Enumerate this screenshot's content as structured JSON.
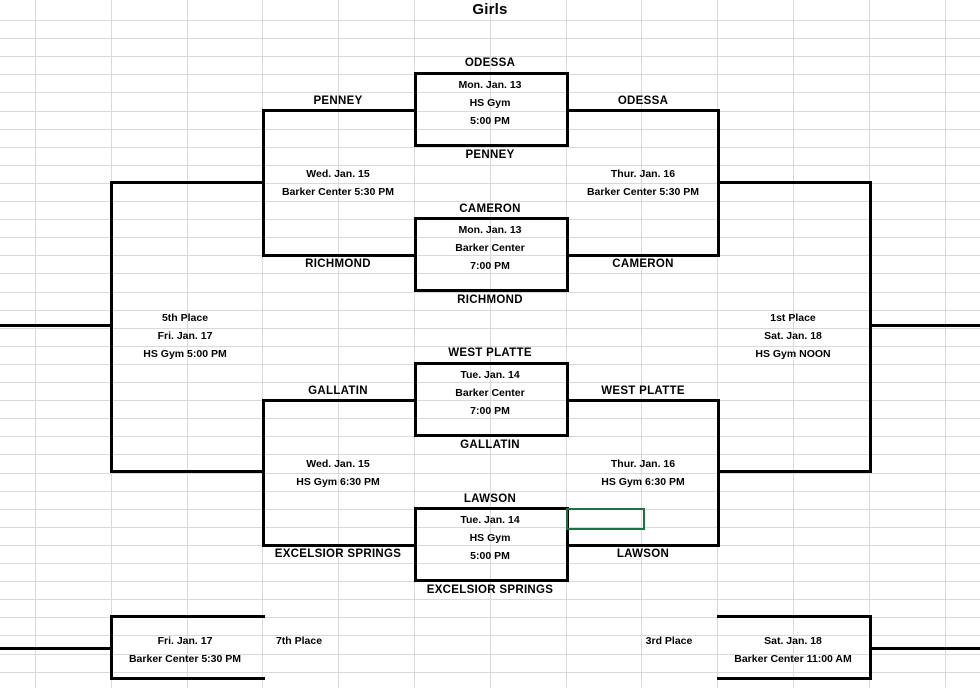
{
  "sheet": {
    "title": "Girls",
    "selected_cell_border_color": "#1a7340",
    "gridline_color": "#d9d9d9",
    "bracket_line_color": "#000000"
  },
  "bracket": {
    "round1": [
      {
        "id": "game-1",
        "top_team": "ODESSA",
        "bottom_team": "PENNEY",
        "date": "Mon. Jan. 13",
        "venue": "HS Gym",
        "time": "5:00 PM"
      },
      {
        "id": "game-2",
        "top_team": "CAMERON",
        "bottom_team": "RICHMOND",
        "date": "Mon. Jan. 13",
        "venue": "Barker Center",
        "time": "7:00 PM"
      },
      {
        "id": "game-3",
        "top_team": "WEST PLATTE",
        "bottom_team": "GALLATIN",
        "date": "Tue. Jan. 14",
        "venue": "Barker Center",
        "time": "7:00 PM"
      },
      {
        "id": "game-4",
        "top_team": "LAWSON",
        "bottom_team": "EXCELSIOR SPRINGS",
        "date": "Tue. Jan. 14",
        "venue": "HS Gym",
        "time": "5:00 PM"
      }
    ],
    "semifinals_left": [
      {
        "id": "semi-upper-left",
        "top_team": "PENNEY",
        "bottom_team": "RICHMOND",
        "date": "Wed. Jan. 15",
        "venue_time": "Barker Center  5:30 PM"
      },
      {
        "id": "semi-lower-left",
        "top_team": "GALLATIN",
        "bottom_team": "EXCELSIOR SPRINGS",
        "date": "Wed. Jan. 15",
        "venue_time": "HS Gym 6:30 PM"
      }
    ],
    "semifinals_right": [
      {
        "id": "semi-upper-right",
        "top_team": "ODESSA",
        "bottom_team": "CAMERON",
        "date": "Thur. Jan. 16",
        "venue_time": "Barker Center  5:30 PM"
      },
      {
        "id": "semi-lower-right",
        "top_team": "WEST PLATTE",
        "bottom_team": "LAWSON",
        "date": "Thur. Jan. 16",
        "venue_time": "HS Gym 6:30 PM"
      }
    ],
    "placements": [
      {
        "id": "fifth-place",
        "place": "5th Place",
        "date": "Fri. Jan. 17",
        "venue_time": "HS Gym 5:00 PM"
      },
      {
        "id": "first-place",
        "place": "1st Place",
        "date": "Sat. Jan. 18",
        "venue_time": "HS Gym  NOON"
      },
      {
        "id": "seventh-place",
        "place": "7th Place",
        "date": "Fri. Jan. 17",
        "venue_time": "Barker Center 5:30 PM"
      },
      {
        "id": "third-place",
        "place": "3rd Place",
        "date": "Sat. Jan. 18",
        "venue_time": "Barker Center 11:00 AM"
      }
    ]
  }
}
